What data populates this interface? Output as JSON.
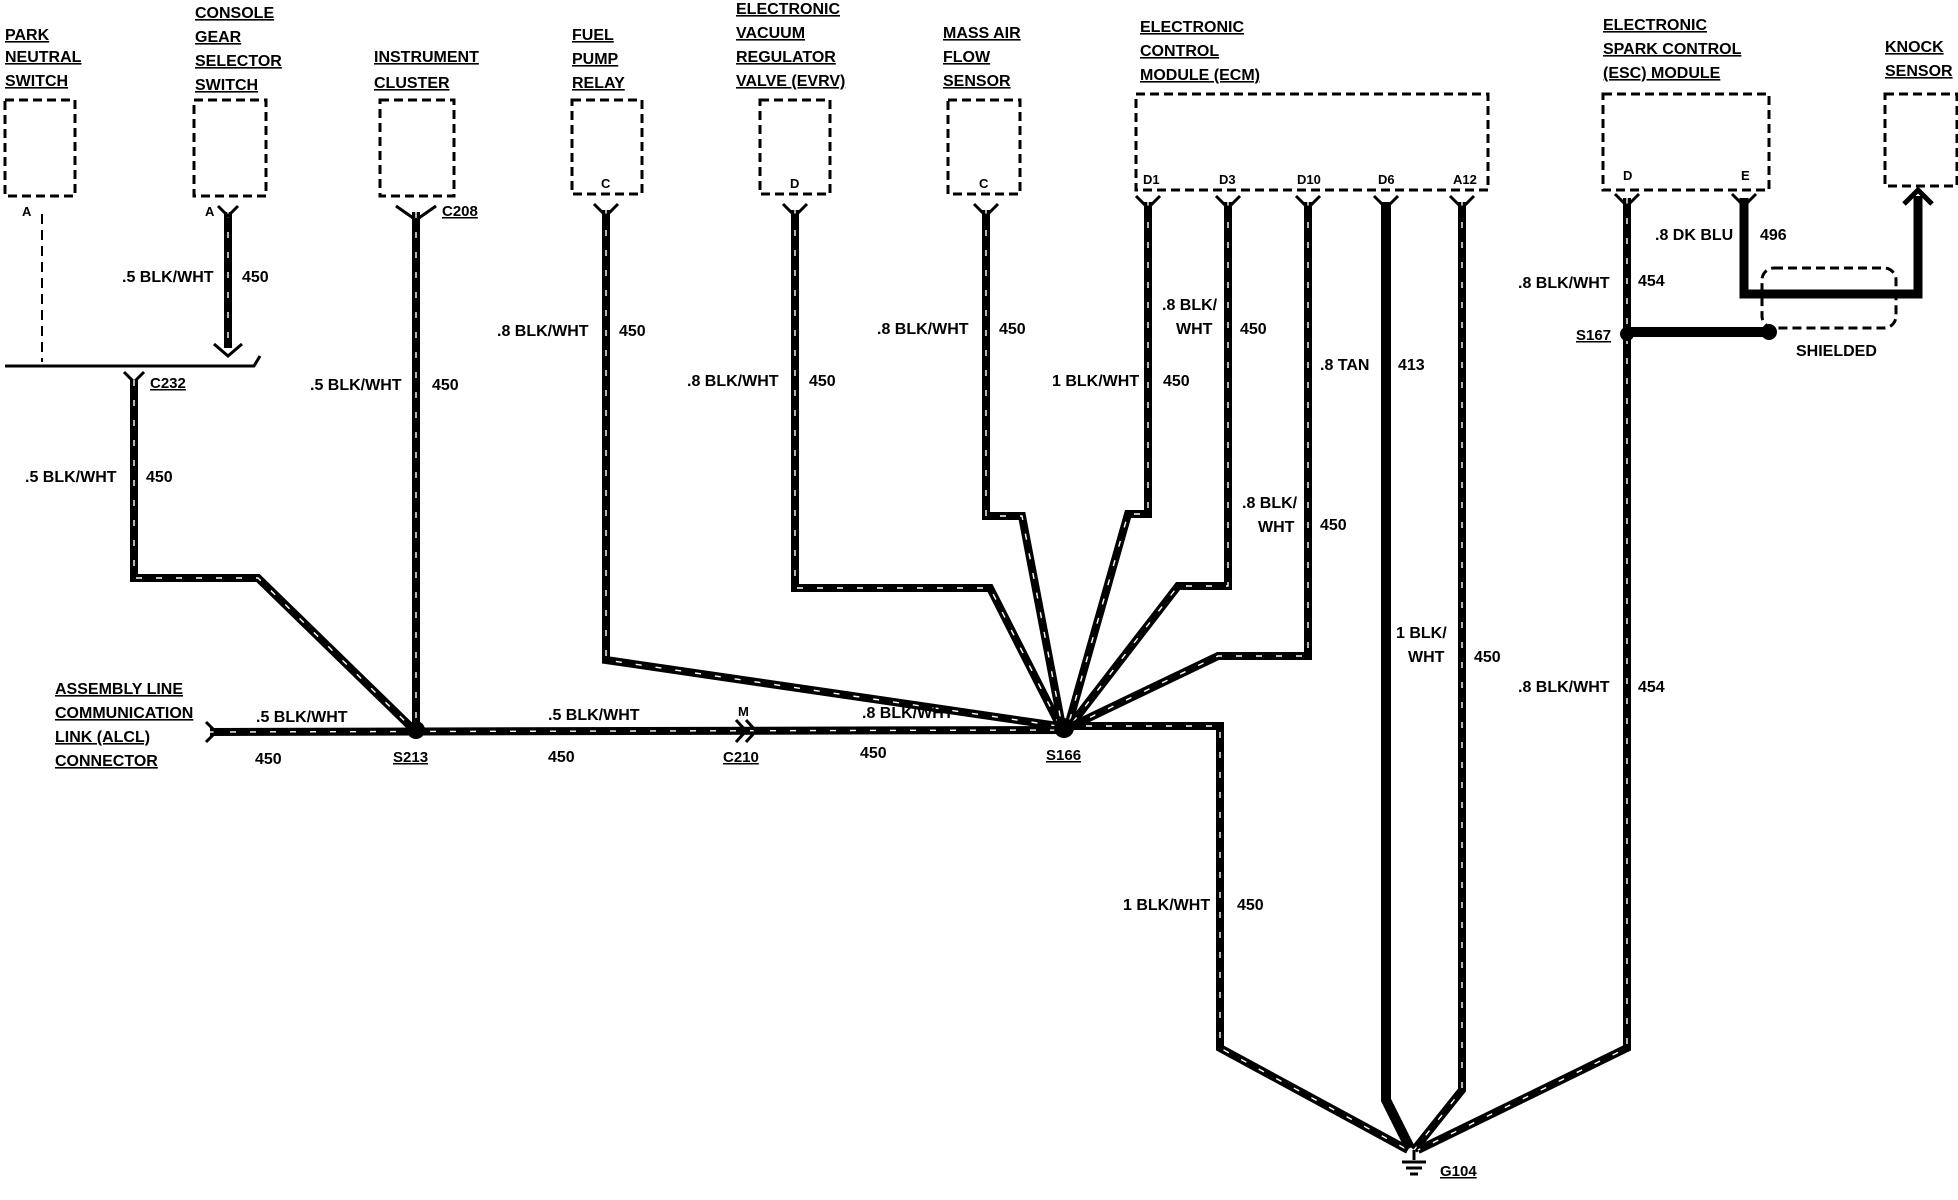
{
  "components": {
    "park_neutral_switch": {
      "lines": [
        "PARK",
        "NEUTRAL",
        "SWITCH"
      ],
      "pin": "A"
    },
    "console_gear_selector_switch": {
      "lines": [
        "CONSOLE",
        "GEAR",
        "SELECTOR",
        "SWITCH"
      ],
      "pin": "A"
    },
    "instrument_cluster": {
      "lines": [
        "INSTRUMENT",
        "CLUSTER"
      ],
      "connector": "C208"
    },
    "fuel_pump_relay": {
      "lines": [
        "FUEL",
        "PUMP",
        "RELAY"
      ],
      "pin": "C"
    },
    "evrv": {
      "lines": [
        "ELECTRONIC",
        "VACUUM",
        "REGULATOR",
        "VALVE (EVRV)"
      ],
      "pin": "D"
    },
    "mass_air_flow_sensor": {
      "lines": [
        "MASS AIR",
        "FLOW",
        "SENSOR"
      ],
      "pin": "C"
    },
    "ecm": {
      "lines": [
        "ELECTRONIC",
        "CONTROL",
        "MODULE (ECM)"
      ],
      "pins": [
        "D1",
        "D3",
        "D10",
        "D6",
        "A12"
      ]
    },
    "esc_module": {
      "lines": [
        "ELECTRONIC",
        "SPARK CONTROL",
        "(ESC) MODULE"
      ],
      "pins": [
        "D",
        "E"
      ]
    },
    "knock_sensor": {
      "lines": [
        "KNOCK",
        "SENSOR"
      ]
    },
    "alcl_connector": {
      "lines": [
        "ASSEMBLY LINE",
        "COMMUNICATION",
        "LINK (ALCL)",
        "CONNECTOR"
      ]
    }
  },
  "connectors": {
    "c232": "C232",
    "c210": "C210",
    "c210_pin": "M"
  },
  "splices": {
    "s213": "S213",
    "s166": "S166",
    "s167": "S167"
  },
  "ground": "G104",
  "shielded_label": "SHIELDED",
  "wire_labels": {
    "console_color": ".5 BLK/WHT",
    "console_circuit": "450",
    "cluster_color": ".5 BLK/WHT",
    "cluster_circuit": "450",
    "c232_color": ".5 BLK/WHT",
    "c232_circuit": "450",
    "fuel_color": ".8 BLK/WHT",
    "fuel_circuit": "450",
    "evrv_color": ".8 BLK/WHT",
    "evrv_circuit": "450",
    "maf_color": ".8 BLK/WHT",
    "maf_circuit": "450",
    "d1_color": "1 BLK/WHT",
    "d1_circuit": "450",
    "d3_color_1": ".8 BLK/",
    "d3_color_2": "WHT",
    "d3_circuit": "450",
    "d10_color_a": ".8 TAN",
    "d10_circuit_a": "413",
    "d10_color_b1": ".8 BLK/",
    "d10_color_b2": "WHT",
    "d10_circuit_b": "450",
    "d6_color_1": "1 BLK/",
    "d6_color_2": "WHT",
    "d6_circuit": "450",
    "esc_d_color": ".8 BLK/WHT",
    "esc_d_circuit": "454",
    "esc_e_color": ".8 DK BLU",
    "esc_e_circuit": "496",
    "s167_color": ".8 BLK/WHT",
    "s167_circuit": "454",
    "alcl_color": ".5 BLK/WHT",
    "alcl_circuit": "450",
    "s213_c210_color": ".5 BLK/WHT",
    "s213_c210_circuit": "450",
    "c210_s166_color": ".8 BLK/WHT",
    "c210_s166_circuit": "450",
    "ground_color": "1 BLK/WHT",
    "ground_circuit": "450"
  }
}
